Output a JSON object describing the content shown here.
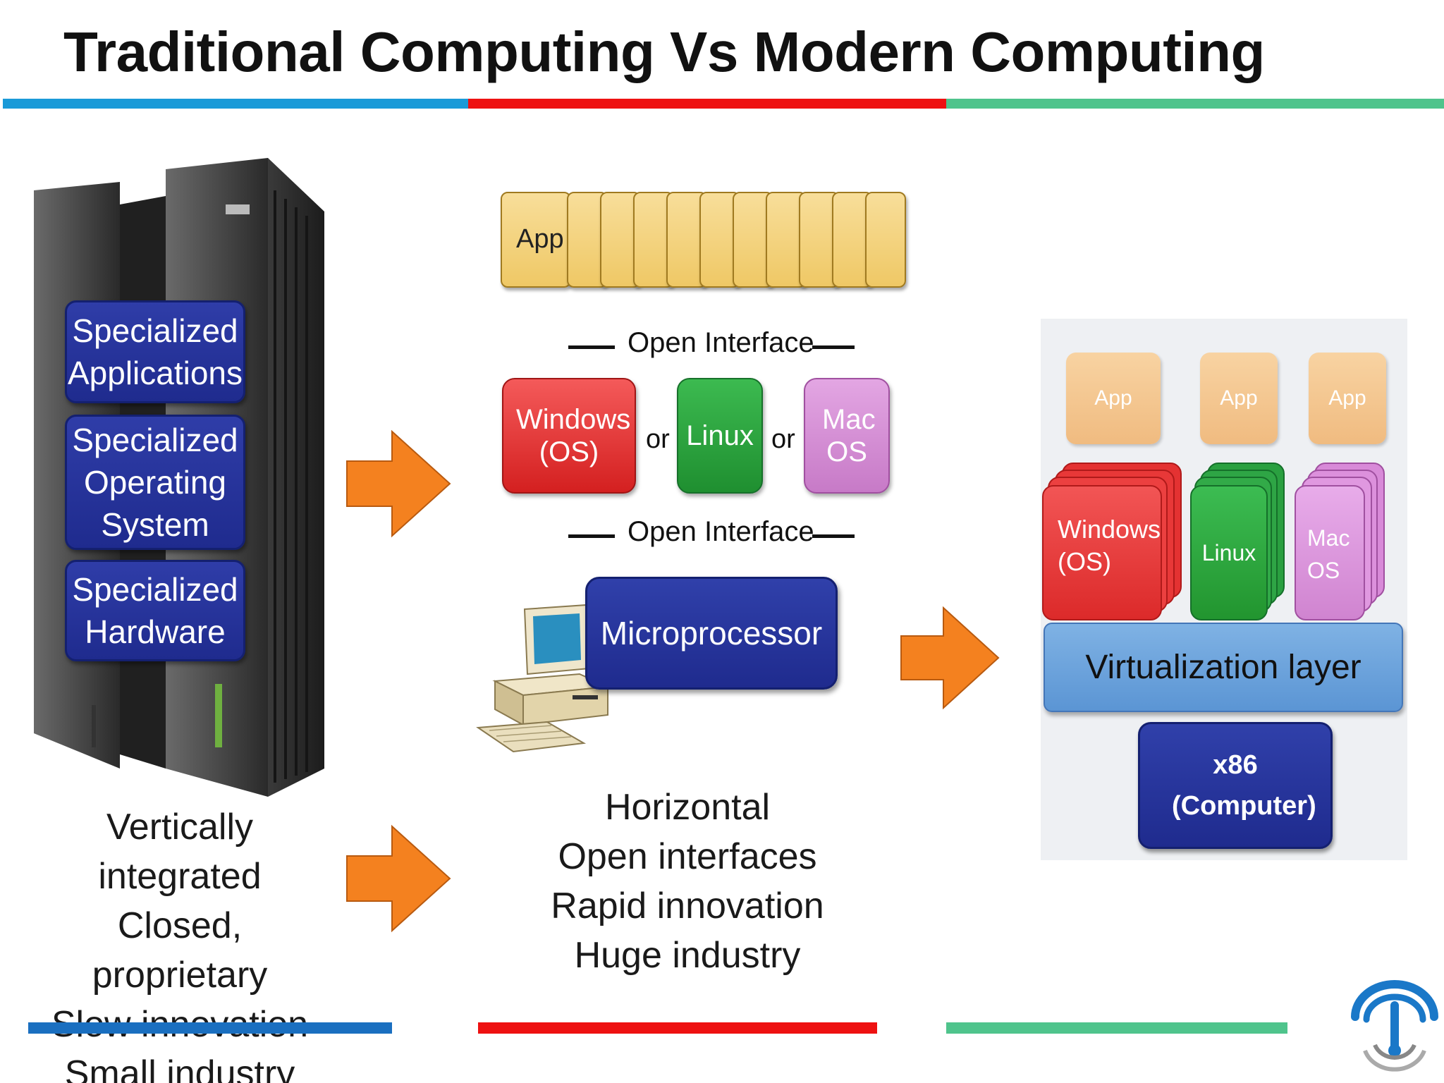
{
  "title": "Traditional Computing Vs Modern Computing",
  "colors": {
    "blue": "#1a9ad8",
    "red": "#ee1111",
    "green": "#4fc48c",
    "arrow": "#f4811f",
    "navy": "#1f2b8e"
  },
  "traditional": {
    "boxes": [
      "Specialized Applications",
      "Specialized Operating System",
      "Specialized Hardware"
    ],
    "description": [
      "Vertically integrated",
      "Closed, proprietary",
      "Slow innovation",
      "Small industry"
    ]
  },
  "modern": {
    "app_label": "App",
    "interface_top": "Open Interface",
    "interface_bottom": "Open Interface",
    "os": {
      "windows": "Windows (OS)",
      "linux": "Linux",
      "mac": "Mac OS",
      "or": "or"
    },
    "microprocessor": "Microprocessor",
    "description": [
      "Horizontal",
      "Open interfaces",
      "Rapid innovation",
      "Huge industry"
    ]
  },
  "virtualized": {
    "apps": [
      "App",
      "App",
      "App"
    ],
    "os": {
      "windows": "Windows (OS)",
      "linux": "Linux",
      "mac": "Mac OS"
    },
    "virtualization_layer": "Virtualization layer",
    "hardware": "x86 (Computer)"
  },
  "icons": [
    "mainframe-server-icon",
    "arrow-right-icon",
    "desktop-computer-icon",
    "broadcast-logo-icon"
  ]
}
